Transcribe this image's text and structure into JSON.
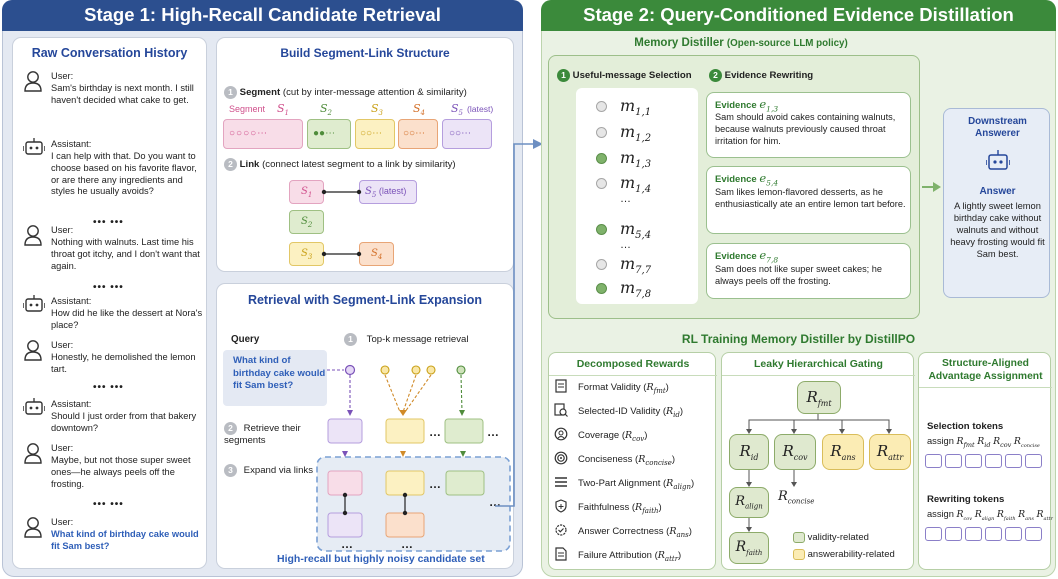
{
  "stage1": {
    "title": "Stage 1: High-Recall Candidate Retrieval",
    "history": {
      "title": "Raw Conversation History",
      "messages": [
        {
          "role": "User:",
          "text": "Sam's birthday is next month. I still haven't decided what cake to get."
        },
        {
          "role": "Assistant:",
          "text": "I can help with that. Do you want to choose based on his favorite flavor, or are there any ingredients and styles he usually avoids?"
        },
        {
          "role": "User:",
          "text": "Nothing with walnuts. Last time his throat got itchy, and I don't want that again."
        },
        {
          "role": "Assistant:",
          "text": "How did he like the dessert at Nora's place?"
        },
        {
          "role": "User:",
          "text": "Honestly, he demolished the lemon tart."
        },
        {
          "role": "Assistant:",
          "text": "Should I just order from that bakery downtown?"
        },
        {
          "role": "User:",
          "text": "Maybe, but not those super sweet ones—he always peels off the frosting."
        },
        {
          "role": "User:",
          "text": "What kind of birthday cake would fit Sam best?"
        }
      ],
      "ellipsis": "••• •••"
    },
    "build": {
      "title": "Build Segment-Link Structure",
      "step1_num": "1",
      "step1_bold": "Segment",
      "step1_text": "(cut by inter-message attention & similarity)",
      "segments": [
        "Segment",
        "S",
        "S",
        "S",
        "S",
        "S"
      ],
      "segment_subs": [
        "",
        "1",
        "2",
        "3",
        "4",
        "5"
      ],
      "latest": "(latest)",
      "step2_num": "2",
      "step2_bold": "Link",
      "step2_text": "(connect latest segment to a link by similarity)",
      "link_latest": "(latest)"
    },
    "retrieval": {
      "title": "Retrieval with Segment-Link Expansion",
      "query_label": "Query",
      "query_text": "What kind of birthday cake would fit Sam best?",
      "step1_num": "1",
      "step1_text": "Top-k message retrieval",
      "step2_num": "2",
      "step2_text": "Retrieve their segments",
      "step3_num": "3",
      "step3_text": "Expand via links",
      "footer": "High-recall but highly noisy candidate set",
      "ellipsis": "…"
    }
  },
  "stage2": {
    "title": "Stage 2: Query-Conditioned Evidence Distillation",
    "distiller": {
      "title_main": "Memory Distiller",
      "title_sub": "(Open-source LLM policy)",
      "col1_num": "1",
      "col1": "Useful-message Selection",
      "col2_num": "2",
      "col2": "Evidence Rewriting",
      "messages": [
        {
          "label": "m",
          "sub": "1,1",
          "selected": false
        },
        {
          "label": "m",
          "sub": "1,2",
          "selected": false
        },
        {
          "label": "m",
          "sub": "1,3",
          "selected": true
        },
        {
          "label": "m",
          "sub": "1,4",
          "selected": false
        },
        {
          "label": "m",
          "sub": "5,4",
          "selected": true
        },
        {
          "label": "m",
          "sub": "7,7",
          "selected": false
        },
        {
          "label": "m",
          "sub": "7,8",
          "selected": true
        }
      ],
      "ellipsis": "…",
      "evidence": [
        {
          "title": "Evidence",
          "sym": "e",
          "sub": "1,3",
          "text": "Sam should avoid cakes containing walnuts, because walnuts previously caused throat irritation for him."
        },
        {
          "title": "Evidence",
          "sym": "e",
          "sub": "5,4",
          "text": "Sam likes lemon-flavored desserts, as he enthusiastically ate an entire lemon tart before."
        },
        {
          "title": "Evidence",
          "sym": "e",
          "sub": "7,8",
          "text": "Sam does not like super sweet cakes; he always peels off the frosting."
        }
      ]
    },
    "answerer": {
      "title": "Downstream Answerer",
      "answer_title": "Answer",
      "answer_text": "A lightly sweet lemon birthday cake without walnuts and without heavy frosting would fit Sam best."
    },
    "rl": {
      "title": "RL Training Memory Distiller by DistillPO",
      "rewards": {
        "title": "Decomposed Rewards",
        "items": [
          {
            "icon": "format-icon",
            "label": "Format Validity (",
            "sym": "R",
            "sub": "fmt"
          },
          {
            "icon": "id-check-icon",
            "label": "Selected-ID Validity (",
            "sym": "R",
            "sub": "id"
          },
          {
            "icon": "coverage-icon",
            "label": "Coverage (",
            "sym": "R",
            "sub": "cov"
          },
          {
            "icon": "target-icon",
            "label": "Conciseness (",
            "sym": "R",
            "sub": "concise"
          },
          {
            "icon": "align-icon",
            "label": "Two-Part Alignment (",
            "sym": "R",
            "sub": "align"
          },
          {
            "icon": "shield-icon",
            "label": "Faithfulness (",
            "sym": "R",
            "sub": "faith"
          },
          {
            "icon": "gear-check-icon",
            "label": "Answer Correctness (",
            "sym": "R",
            "sub": "ans"
          },
          {
            "icon": "document-icon",
            "label": "Failure Attribution (",
            "sym": "R",
            "sub": "attr"
          }
        ]
      },
      "gating": {
        "title": "Leaky Hierarchical Gating",
        "nodes": {
          "fmt": "fmt",
          "id": "id",
          "cov": "cov",
          "ans": "ans",
          "attr": "attr",
          "align": "align",
          "concise": "concise",
          "faith": "faith"
        },
        "sym": "R",
        "legend_validity": "validity-related",
        "legend_answer": "answerability-related"
      },
      "advantage": {
        "title": "Structure-Aligned Advantage Assignment",
        "sel_title": "Selection tokens",
        "sel_assign": "assign",
        "sel_subs": [
          "fmt",
          "id",
          "cov",
          "concise"
        ],
        "rew_title": "Rewriting tokens",
        "rew_assign": "assign",
        "rew_subs": [
          "cov",
          "align",
          "faith",
          "ans",
          "attr"
        ],
        "sym": "R"
      }
    }
  },
  "colors": {
    "stage1_head": "#2c4f8f",
    "stage1_bg": "#e4e9f2",
    "stage2_head": "#3b8a3b",
    "stage2_bg": "#eaf2e4",
    "blue_text": "#2f5fb8",
    "green_text": "#2f7a2f"
  }
}
